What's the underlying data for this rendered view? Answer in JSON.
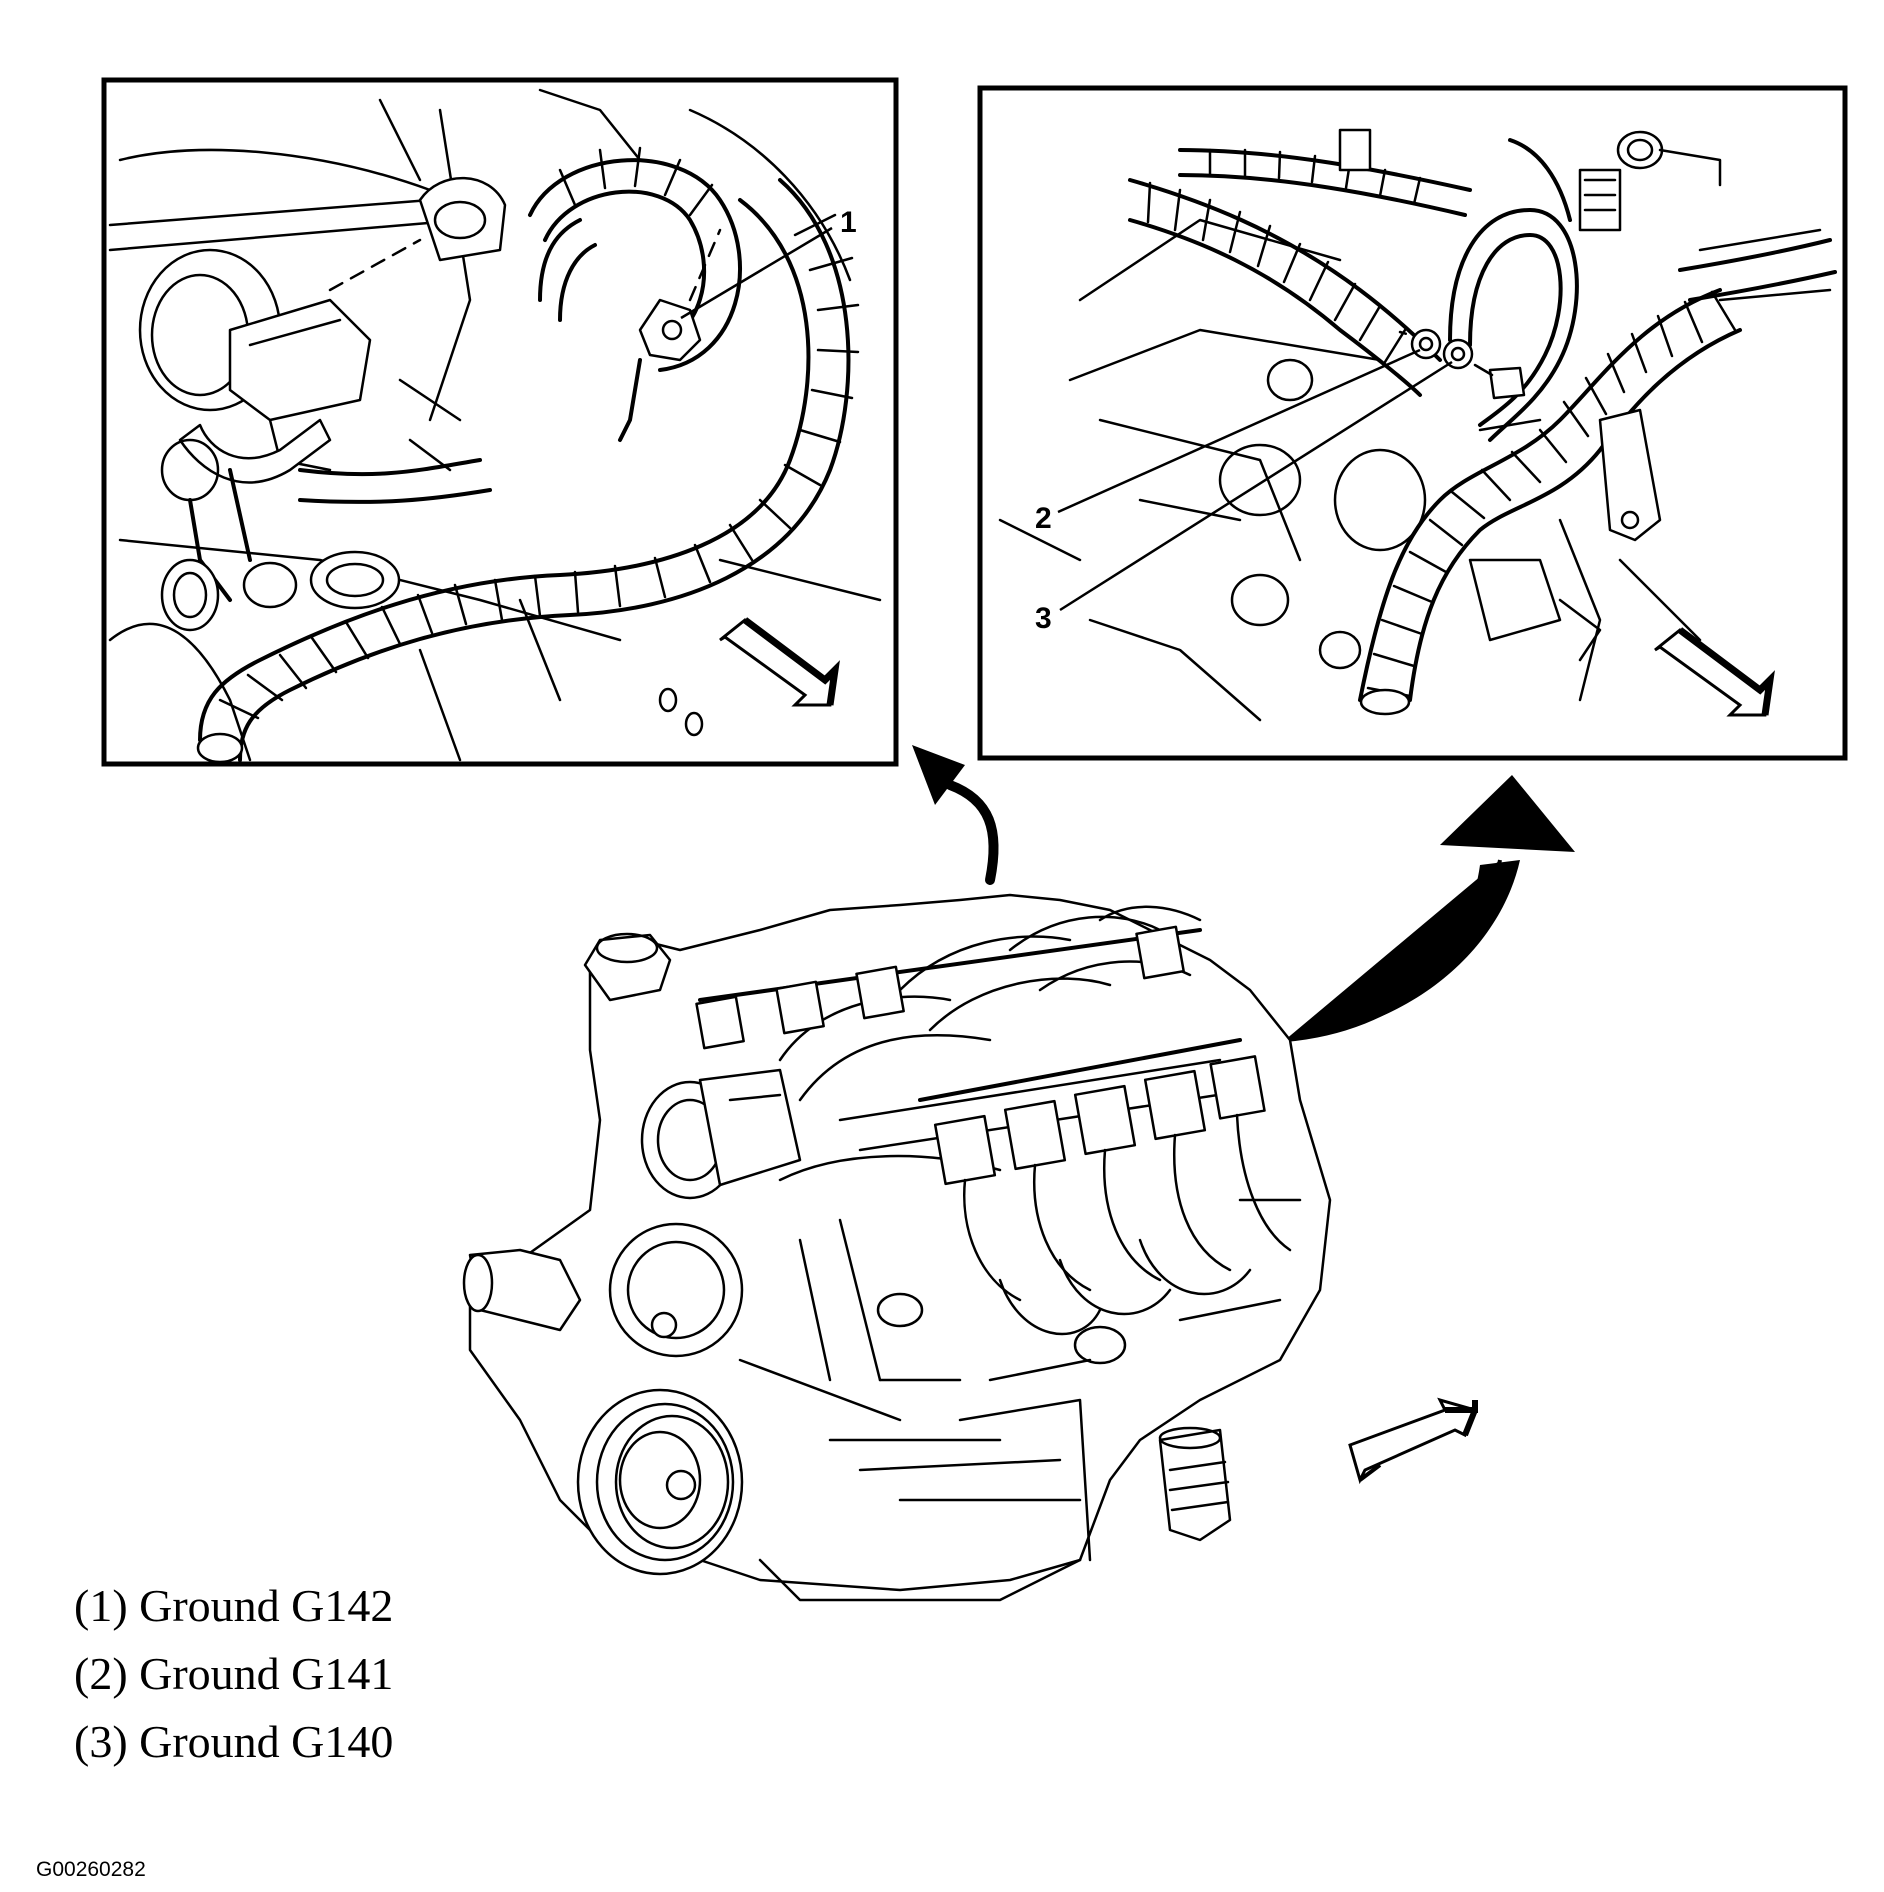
{
  "callouts": {
    "inset_left": [
      "1"
    ],
    "inset_right": [
      "2",
      "3"
    ]
  },
  "legend": [
    {
      "label": "(1) Ground G142"
    },
    {
      "label": "(2) Ground G141"
    },
    {
      "label": "(3) Ground G140"
    }
  ],
  "figure_id": "G00260282",
  "colors": {
    "line": "#000000",
    "background": "#ffffff"
  },
  "icons": {
    "view_direction_arrow": "hollow-arrow-icon",
    "zoom_arrow": "curved-arrow-icon"
  }
}
